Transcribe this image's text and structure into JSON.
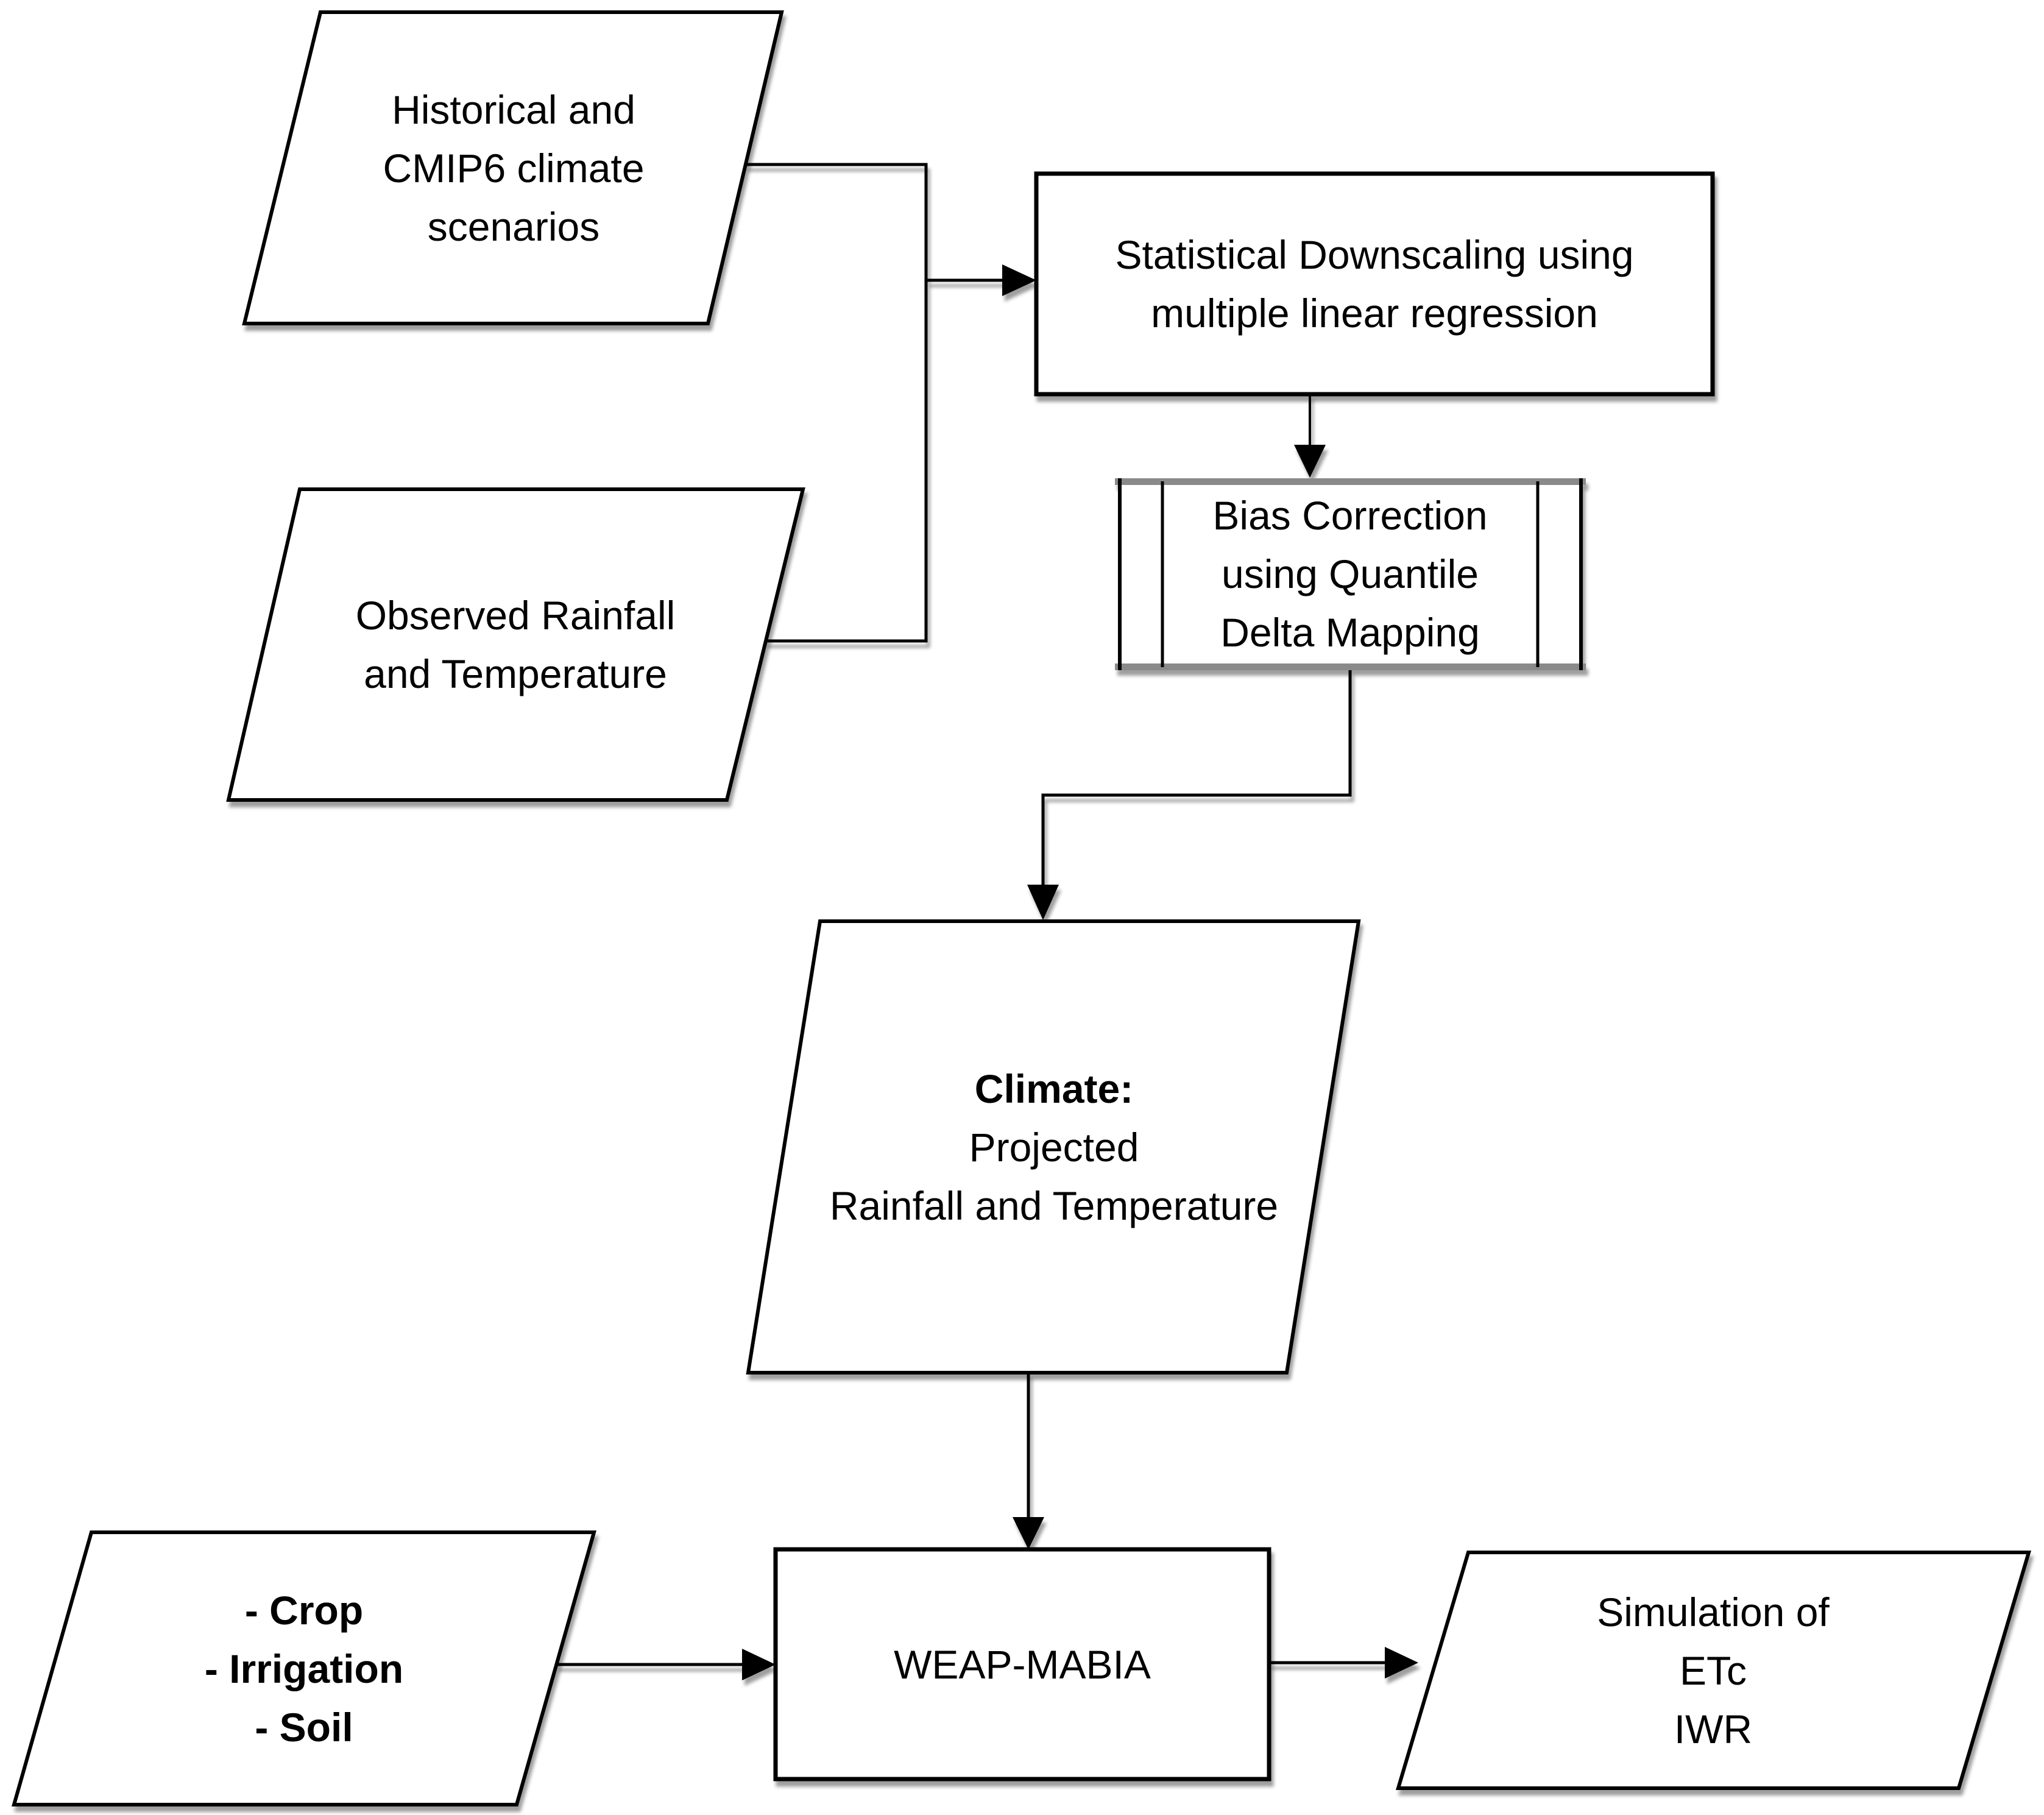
{
  "diagram": {
    "type": "flowchart",
    "colors": {
      "background": "#ffffff",
      "line_color": "#000000",
      "shape_fill": "#ffffff",
      "predefined_bar": "#8a8a8a"
    },
    "nodes": {
      "historical": {
        "shape": "parallelogram",
        "lines": [
          "Historical and",
          "CMIP6 climate",
          "scenarios"
        ]
      },
      "observed": {
        "shape": "parallelogram",
        "lines": [
          "Observed Rainfall",
          "and Temperature"
        ]
      },
      "statistical": {
        "shape": "rectangle",
        "lines": [
          "Statistical Downscaling using",
          "multiple linear regression"
        ]
      },
      "bias": {
        "shape": "predefined-process",
        "lines": [
          "Bias Correction",
          "using Quantile",
          "Delta Mapping"
        ]
      },
      "climate": {
        "shape": "parallelogram",
        "lines": [
          "Climate:",
          "Projected",
          "Rainfall and Temperature"
        ]
      },
      "crop_inputs": {
        "shape": "parallelogram",
        "lines": [
          "- Crop",
          "- Irrigation",
          "- Soil"
        ]
      },
      "weap": {
        "shape": "rectangle",
        "lines": [
          "WEAP-MABIA"
        ]
      },
      "simulation": {
        "shape": "parallelogram",
        "lines": [
          "Simulation of",
          "ETc",
          "IWR"
        ]
      }
    },
    "edges": [
      {
        "from": "historical",
        "to": "statistical"
      },
      {
        "from": "observed",
        "to": "statistical"
      },
      {
        "from": "statistical",
        "to": "bias"
      },
      {
        "from": "bias",
        "to": "climate"
      },
      {
        "from": "climate",
        "to": "weap"
      },
      {
        "from": "crop_inputs",
        "to": "weap"
      },
      {
        "from": "weap",
        "to": "simulation"
      }
    ]
  }
}
